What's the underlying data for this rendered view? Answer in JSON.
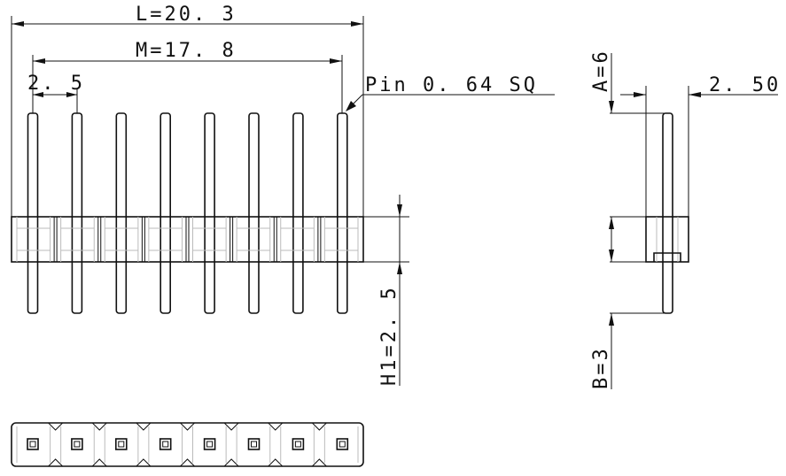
{
  "labels": {
    "overall_length": "L=20. 3",
    "pin_row_span": "M=17. 8",
    "pitch": "2. 5",
    "pin_size": "Pin 0. 64 SQ",
    "top_pin_length": "A=6",
    "row_spacing": "2. 50",
    "insulator_height": "H1=2. 5",
    "bottom_pin_length": "B=3"
  },
  "pin_count": 8
}
